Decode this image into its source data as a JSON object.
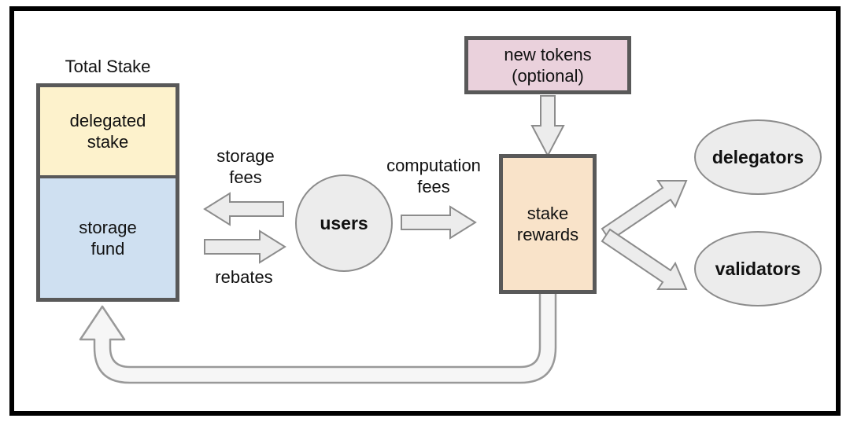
{
  "diagram": {
    "total_stake": {
      "title": "Total Stake",
      "delegated_stake": "delegated\nstake",
      "storage_fund": "storage\nfund"
    },
    "flows": {
      "storage_fees": "storage\nfees",
      "rebates": "rebates",
      "computation_fees": "computation\nfees"
    },
    "nodes": {
      "users": "users",
      "new_tokens": "new tokens\n(optional)",
      "stake_rewards": "stake\nrewards",
      "delegators": "delegators",
      "validators": "validators"
    }
  },
  "colors": {
    "frame_border": "#000000",
    "box_border": "#595959",
    "delegated_stake_fill": "#fdf2cc",
    "storage_fund_fill": "#cfe0f1",
    "new_tokens_fill": "#ead1dc",
    "stake_rewards_fill": "#f9e3c9",
    "node_fill": "#ececec",
    "arrow_fill": "#ececec",
    "return_arrow_fill": "#f6f6f6"
  }
}
